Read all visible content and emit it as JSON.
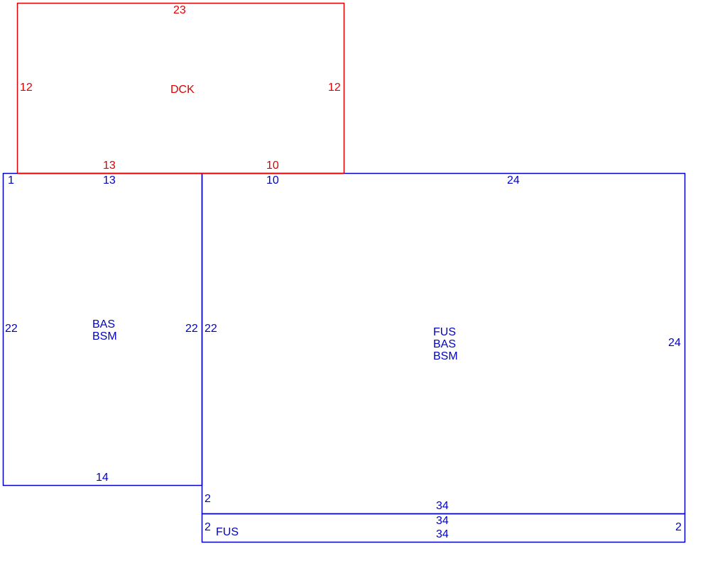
{
  "colors": {
    "deck": "#e00000",
    "structure": "#0000c8",
    "background": "#ffffff"
  },
  "deck": {
    "name": "DCK",
    "top": "23",
    "left": "12",
    "right": "12",
    "bottom_left": "13",
    "bottom_right": "10"
  },
  "basement_left": {
    "corner": "1",
    "top": "13",
    "left": "22",
    "right": "22",
    "bottom": "14",
    "codes": [
      "BAS",
      "BSM"
    ]
  },
  "main": {
    "top_left": "10",
    "top_right": "24",
    "left": "22",
    "right": "24",
    "bottom_left": "2",
    "bottom": "34",
    "codes": [
      "FUS",
      "BAS",
      "BSM"
    ]
  },
  "strip": {
    "top": "34",
    "left": "2",
    "right": "2",
    "bottom": "34",
    "code": "FUS"
  }
}
